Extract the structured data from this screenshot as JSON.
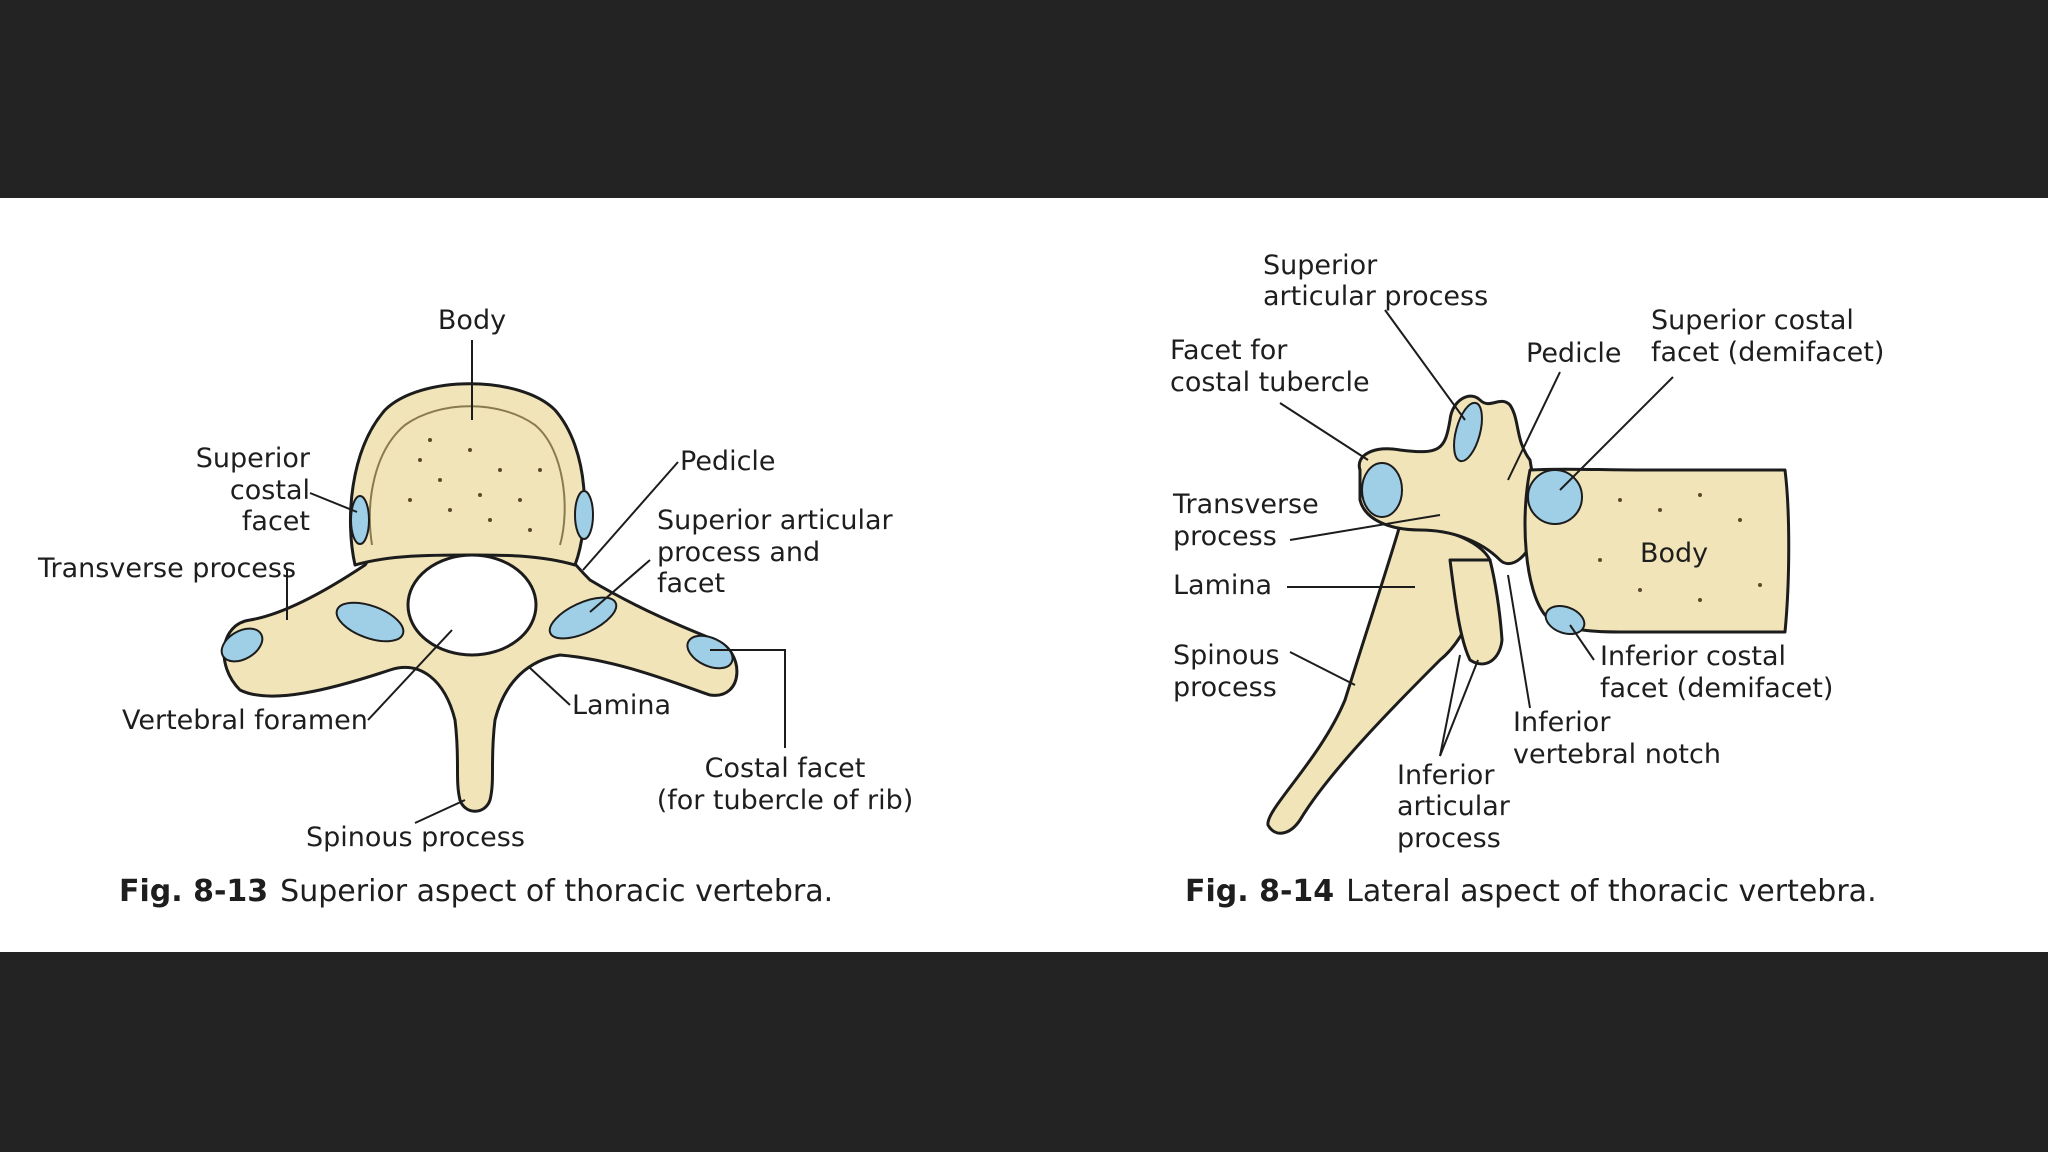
{
  "colors": {
    "bone_fill": "#f1e4b8",
    "bone_outline": "#1c1c1c",
    "facet_fill": "#9fcfe6",
    "panel_bg": "#ffffff",
    "frame_bg": "#232323"
  },
  "fig13": {
    "caption_num": "Fig. 8-13",
    "caption_text": "Superior aspect of thoracic vertebra.",
    "labels": {
      "body": "Body",
      "superior_costal_facet_1": "Superior",
      "superior_costal_facet_2": "costal",
      "superior_costal_facet_3": "facet",
      "pedicle": "Pedicle",
      "sup_art_1": "Superior articular",
      "sup_art_2": "process and",
      "sup_art_3": "facet",
      "transverse_process": "Transverse process",
      "vertebral_foramen": "Vertebral foramen",
      "lamina": "Lamina",
      "costal_facet_1": "Costal facet",
      "costal_facet_2": "(for tubercle of rib)",
      "spinous_process": "Spinous process"
    }
  },
  "fig14": {
    "caption_num": "Fig. 8-14",
    "caption_text": "Lateral aspect of thoracic vertebra.",
    "labels": {
      "sup_art_1": "Superior",
      "sup_art_2": "articular process",
      "facet_tubercle_1": "Facet for",
      "facet_tubercle_2": "costal tubercle",
      "pedicle": "Pedicle",
      "sup_costal_1": "Superior costal",
      "sup_costal_2": "facet (demifacet)",
      "transverse_1": "Transverse",
      "transverse_2": "process",
      "lamina": "Lamina",
      "body": "Body",
      "spinous_1": "Spinous",
      "spinous_2": "process",
      "inf_costal_1": "Inferior costal",
      "inf_costal_2": "facet (demifacet)",
      "inf_notch_1": "Inferior",
      "inf_notch_2": "vertebral notch",
      "inf_art_1": "Inferior",
      "inf_art_2": "articular",
      "inf_art_3": "process"
    }
  }
}
